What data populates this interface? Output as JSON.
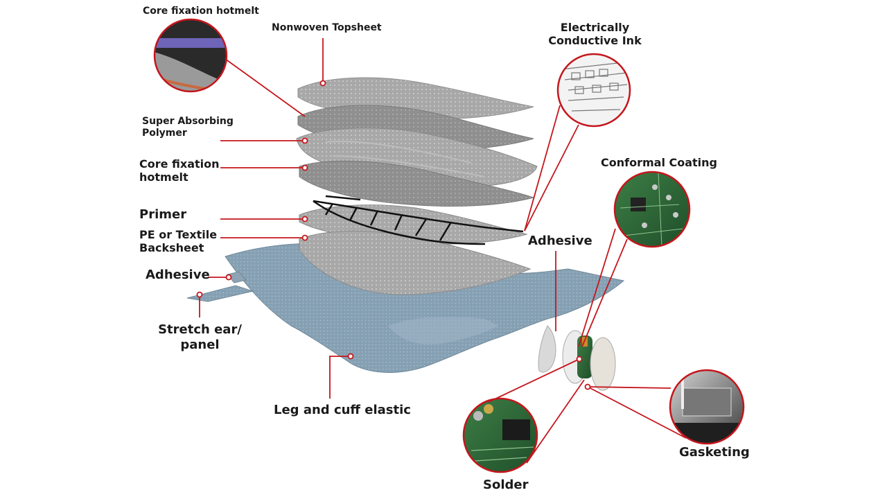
{
  "labels": {
    "core_fixation_top": "Core fixation hotmelt",
    "nonwoven_topsheet": "Nonwoven Topsheet",
    "super_absorbing": "Super Absorbing\nPolymer",
    "core_fixation": "Core fixation\nhotmelt",
    "primer": "Primer",
    "backsheet": "PE or Textile\nBacksheet",
    "adhesive_left": "Adhesive",
    "stretch_ear": "Stretch ear/\npanel",
    "leg_cuff": "Leg and cuff elastic",
    "conductive_ink": "Electrically\nConductive Ink",
    "conformal_coating": "Conformal Coating",
    "adhesive_right": "Adhesive",
    "gasketing": "Gasketing",
    "solder": "Solder"
  },
  "colors": {
    "callout_red": "#c4161c",
    "layer_gray": "#a9a9a9",
    "backsheet_blue": "#8aa3b5",
    "pcb_green": "#2f6b3a"
  }
}
